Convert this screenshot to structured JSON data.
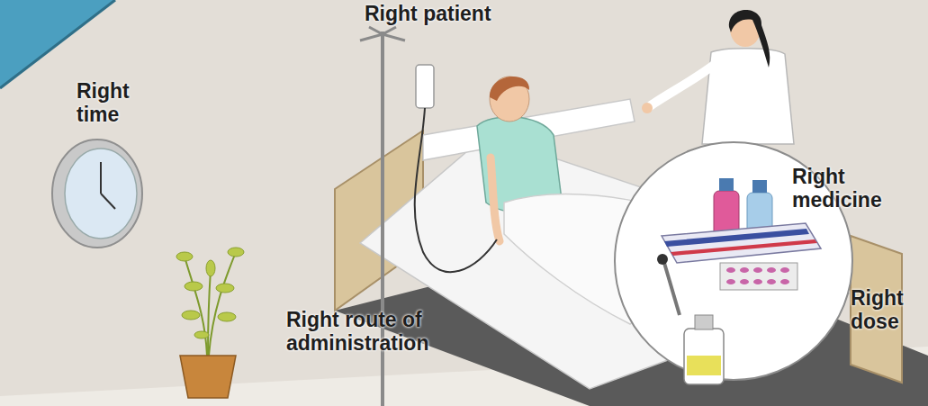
{
  "diagram": {
    "labels": [
      "Right patient",
      "Right time",
      "Right medicine",
      "Right dose",
      "Right route of administration"
    ]
  }
}
